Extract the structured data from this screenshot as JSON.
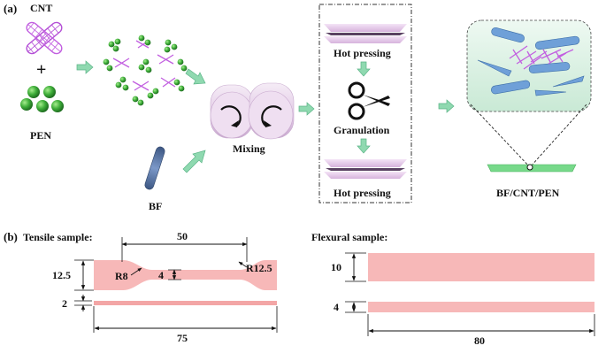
{
  "panel_a": {
    "label": "(a)",
    "cnt_label": "CNT",
    "plus": "+",
    "pen_label": "PEN",
    "bf_label": "BF",
    "mixing_label": "Mixing",
    "hot_pressing_top": "Hot pressing",
    "granulation_label": "Granulation",
    "hot_pressing_bottom": "Hot pressing",
    "composite_label": "BF/CNT/PEN"
  },
  "panel_b": {
    "label": "(b)",
    "tensile_title": "Tensile sample:",
    "flexural_title": "Flexural sample:",
    "tensile": {
      "length_gauge": "50",
      "width": "12.5",
      "neck_width": "4",
      "radius_left": "R8",
      "radius_right": "R12.5",
      "thickness": "2",
      "total_length": "75"
    },
    "flexural": {
      "width": "10",
      "thickness": "4",
      "length": "80"
    }
  },
  "colors": {
    "cnt": "#b44fd6",
    "pen": "#3fae3a",
    "bf": "#4d6a9a",
    "roller": "#e6cfe9",
    "arrow": "#7ed0a4",
    "sample": "#f7b8b8",
    "plate": "#e8c8ec",
    "inset": "#d9f0e2",
    "base": "#77d98a"
  }
}
